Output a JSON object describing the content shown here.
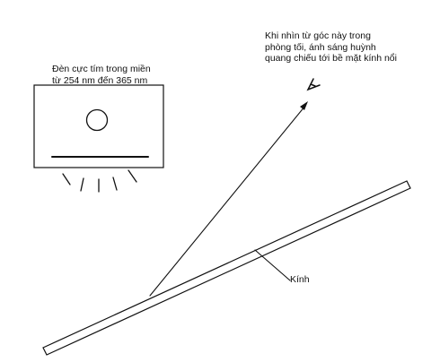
{
  "lamp": {
    "caption_line1": "Đèn cực tím  trong miền",
    "caption_line2": "từ 254 nm đến 365 nm"
  },
  "viewpoint": {
    "caption_line1": "Khi nhìn từ góc này trong",
    "caption_line2": "phòng tối, ánh sáng huỳnh",
    "caption_line3": "quang chiếu tới bề mặt kính nổi"
  },
  "glass": {
    "caption": "Kính"
  },
  "colors": {
    "ink": "#111111",
    "background": "#ffffff"
  }
}
